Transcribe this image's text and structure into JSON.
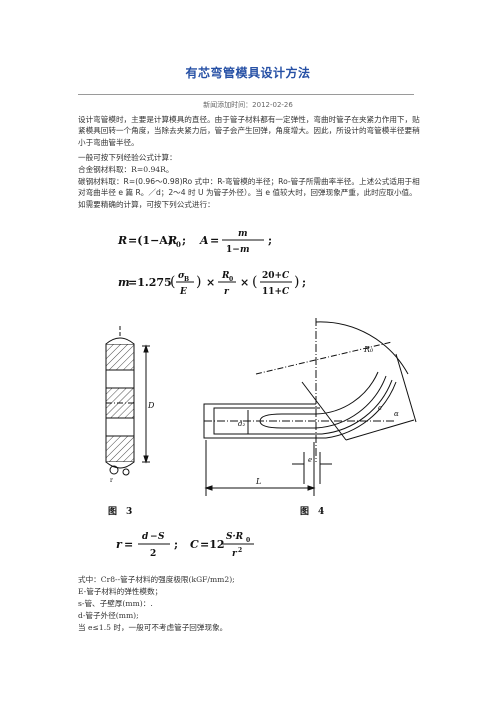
{
  "article": {
    "title": "有芯弯管模具设计方法",
    "published": "新闻添加时间：2012-02-26",
    "intro": "设计弯管模时，主要是计算模具的直径。由于管子材料都有一定弹性，弯曲时管子在夹紧力作用下，贴紧模具回转一个角度，当除去夹紧力后，管子会产生回弹，角度增大。因此，所设计的弯管模半径要稍小于弯曲管半径。",
    "formula_intro": "一般可按下列经验公式计算：",
    "alloy_steel": "合金钢材料取：R=0.94R。",
    "carbon_steel": "碳钢材料取：R=(0.96～0.98)Ro 式中：R-弯管模的半径；Ro-管子所需曲率半径。上述公式适用于相对弯曲半径 e 篇 R。／d；2～4 时 U 为管子外径）。当 e 值较大时，回弹现象严重，此时应取小值。如需要精确的计算，可按下列公式进行：",
    "figures": {
      "fig3_label": "图　3",
      "fig4_label": "图　4"
    },
    "defs": [
      "式中：Cr8--管子材料的强度极限(kGF/mm2);",
      "E-管子材料的弹性模数；",
      "s-管、子壁厚(mm)：.",
      "d-管子外径(mm);",
      "当 e≤1.5 时，一般可不考虑管子回弹现象。"
    ]
  },
  "colors": {
    "title": "#2650a5",
    "text": "#333333",
    "rule": "#9a9a9a"
  }
}
